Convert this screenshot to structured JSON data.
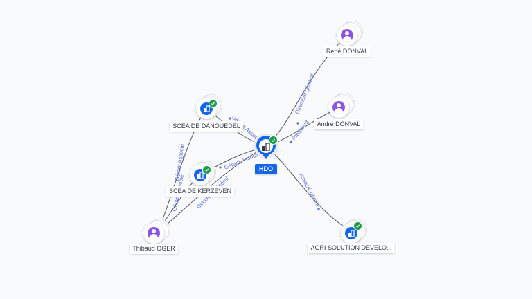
{
  "center": {
    "label": "HDO",
    "icon": "company-icon",
    "verified": true
  },
  "nodes": {
    "rene": {
      "label": "René DONVAL",
      "icon": "person-icon"
    },
    "andre": {
      "label": "André DONVAL",
      "icon": "person-icon"
    },
    "scea_danouedel": {
      "label": "SCEA DE DANOUEDEL",
      "icon": "company-icon",
      "verified": true
    },
    "scea_kerzeven": {
      "label": "SCEA DE KERZEVEN",
      "icon": "company-icon",
      "verified": true
    },
    "thibaud": {
      "label": "Thibaud OGER",
      "icon": "person-icon"
    },
    "agri": {
      "label": "AGRI SOLUTION DEVELO...",
      "icon": "company-icon",
      "verified": true
    }
  },
  "edges": {
    "rene_hdo": "Directeur général",
    "andre_hdo": "Président",
    "danouedel_hdo": "Gérant Associé",
    "kerzeven_hdo": "Gérant Associé",
    "thibaud_danouedel": "Gérant Associé",
    "thibaud_kerzeven": "Gérant Associé",
    "thibaud_hdo": "Directeur général",
    "hdo_agri": "Associé gérant"
  },
  "colors": {
    "brand_blue": "#1565e8",
    "person_purple": "#8a55e6",
    "verified_green": "#1e9e4a",
    "edge_label": "#5b6bd6"
  }
}
